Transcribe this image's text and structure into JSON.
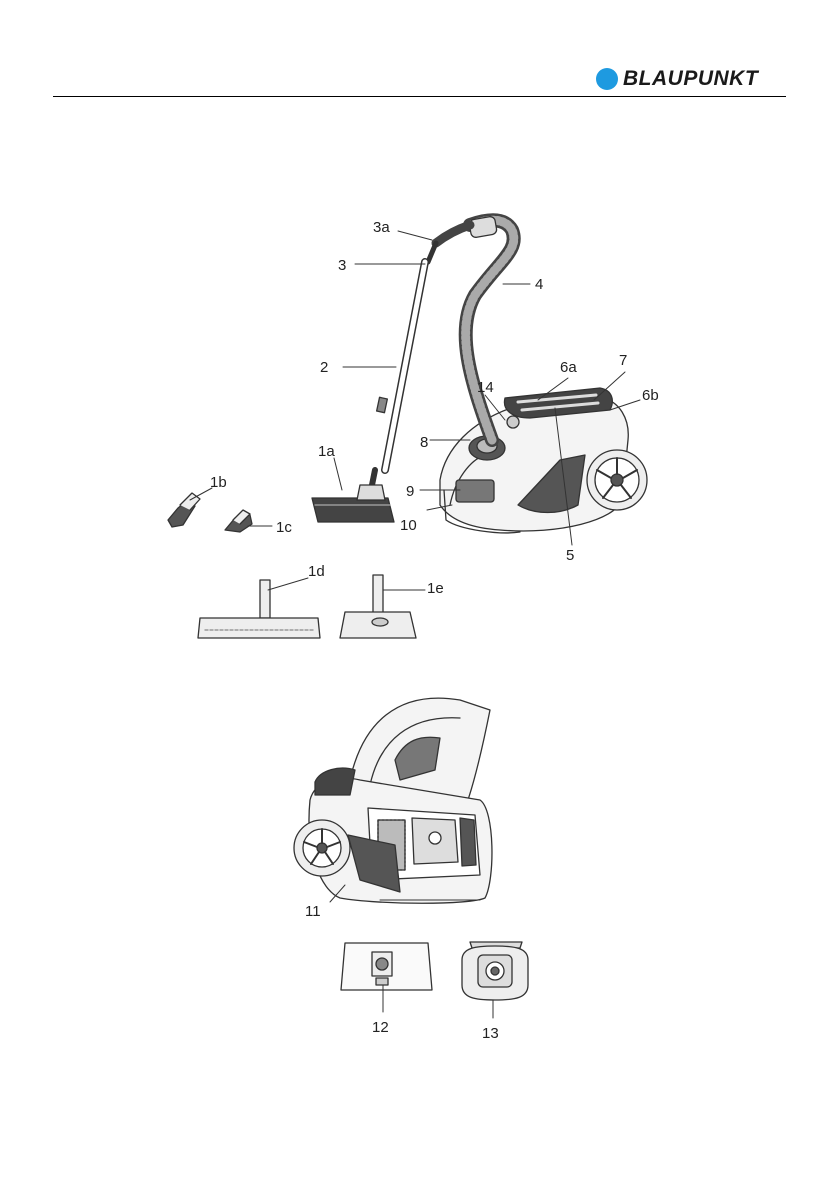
{
  "header": {
    "brand": "BLAUPUNKT",
    "brand_color": "#1e9ae0"
  },
  "figure": {
    "labels": {
      "l1a": "1a",
      "l1b": "1b",
      "l1c": "1c",
      "l1d": "1d",
      "l1e": "1e",
      "l2": "2",
      "l3": "3",
      "l3a": "3a",
      "l4": "4",
      "l5": "5",
      "l6a": "6a",
      "l6b": "6b",
      "l7": "7",
      "l8": "8",
      "l9": "9",
      "l10": "10",
      "l11": "11",
      "l12": "12",
      "l13": "13",
      "l14": "14"
    }
  }
}
